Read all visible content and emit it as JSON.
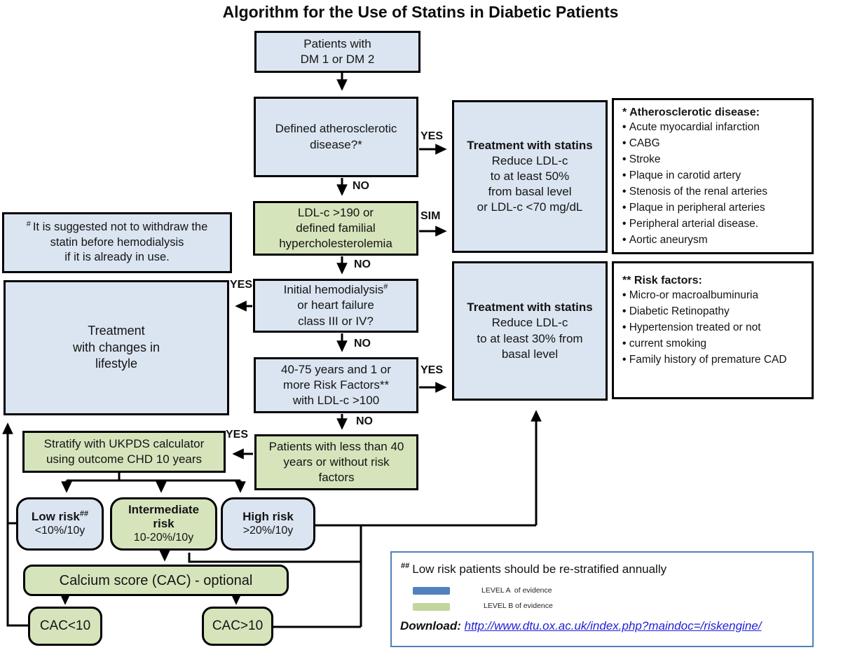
{
  "title": "Algorithm for the Use of Statins in Diabetic Patients",
  "labels": {
    "yes": "YES",
    "no": "NO",
    "sim": "SIM"
  },
  "flow": {
    "dm": "Patients with\nDM 1 or DM 2",
    "athero": "Defined atherosclerotic\ndisease?*",
    "ldl": "LDL-c >190 or\ndefined familial\nhypercholesterolemia",
    "hemo_main": "Initial hemodialysis",
    "hemo_sup": "#",
    "hemo_rest": "or heart failure\nclass III or IV?",
    "age": "40-75 years and 1 or\nmore Risk Factors**\nwith LDL-c >100",
    "young": "Patients with less than 40\nyears or without risk\nfactors",
    "statin50_title": "Treatment with statins",
    "statin50_body": "Reduce LDL-c\nto at least 50%\nfrom basal level\nor LDL-c <70 mg/dL",
    "statin30_title": "Treatment with statins",
    "statin30_body": "Reduce LDL-c\nto at least 30% from\nbasal level",
    "lifestyle": "Treatment\nwith changes in\nlifestyle",
    "note_sup": "#",
    "note_text": "It is suggested not to withdraw the\nstatin before hemodialysis\nif it is already in use.",
    "stratify": "Stratify with UKPDS calculator\nusing outcome CHD 10 years",
    "low_title": "Low risk",
    "low_sup": "##",
    "low_sub": "<10%/10y",
    "mid_title": "Intermediate\nrisk",
    "mid_sub": "10-20%/10y",
    "high_title": "High risk",
    "high_sub": ">20%/10y",
    "cac": "Calcium score (CAC) - optional",
    "cac_lt": "CAC<10",
    "cac_gt": "CAC>10"
  },
  "panels": {
    "athero": {
      "heading": "* Atherosclerotic disease:",
      "items": [
        "Acute myocardial infarction",
        "CABG",
        "Stroke",
        "Plaque in carotid artery",
        "Stenosis of the renal arteries",
        "Plaque in peripheral arteries",
        "Peripheral arterial disease.",
        "Aortic aneurysm"
      ]
    },
    "risk": {
      "heading": "** Risk factors:",
      "items": [
        "Micro-or macroalbuminuria",
        "Diabetic Retinopathy",
        "Hypertension treated or not",
        "current smoking",
        "Family history of premature CAD"
      ]
    }
  },
  "legend": {
    "note_sup": "##",
    "note": "Low risk patients should be re-stratified annually",
    "level_a": "LEVEL A  of evidence",
    "level_b": "LEVEL B of evidence",
    "download_label": "Download:",
    "download_url": "http://www.dtu.ox.ac.uk/index.php?maindoc=/riskengine/"
  },
  "colors": {
    "box_blue": "#dbe5f1",
    "box_green": "#d6e4bc",
    "legend_border_blue": "#4f81bd",
    "level_a_blue": "#4f81bd",
    "level_b_green": "#c3d69b",
    "link_blue": "#1f1fd8",
    "line_black": "#000000"
  }
}
